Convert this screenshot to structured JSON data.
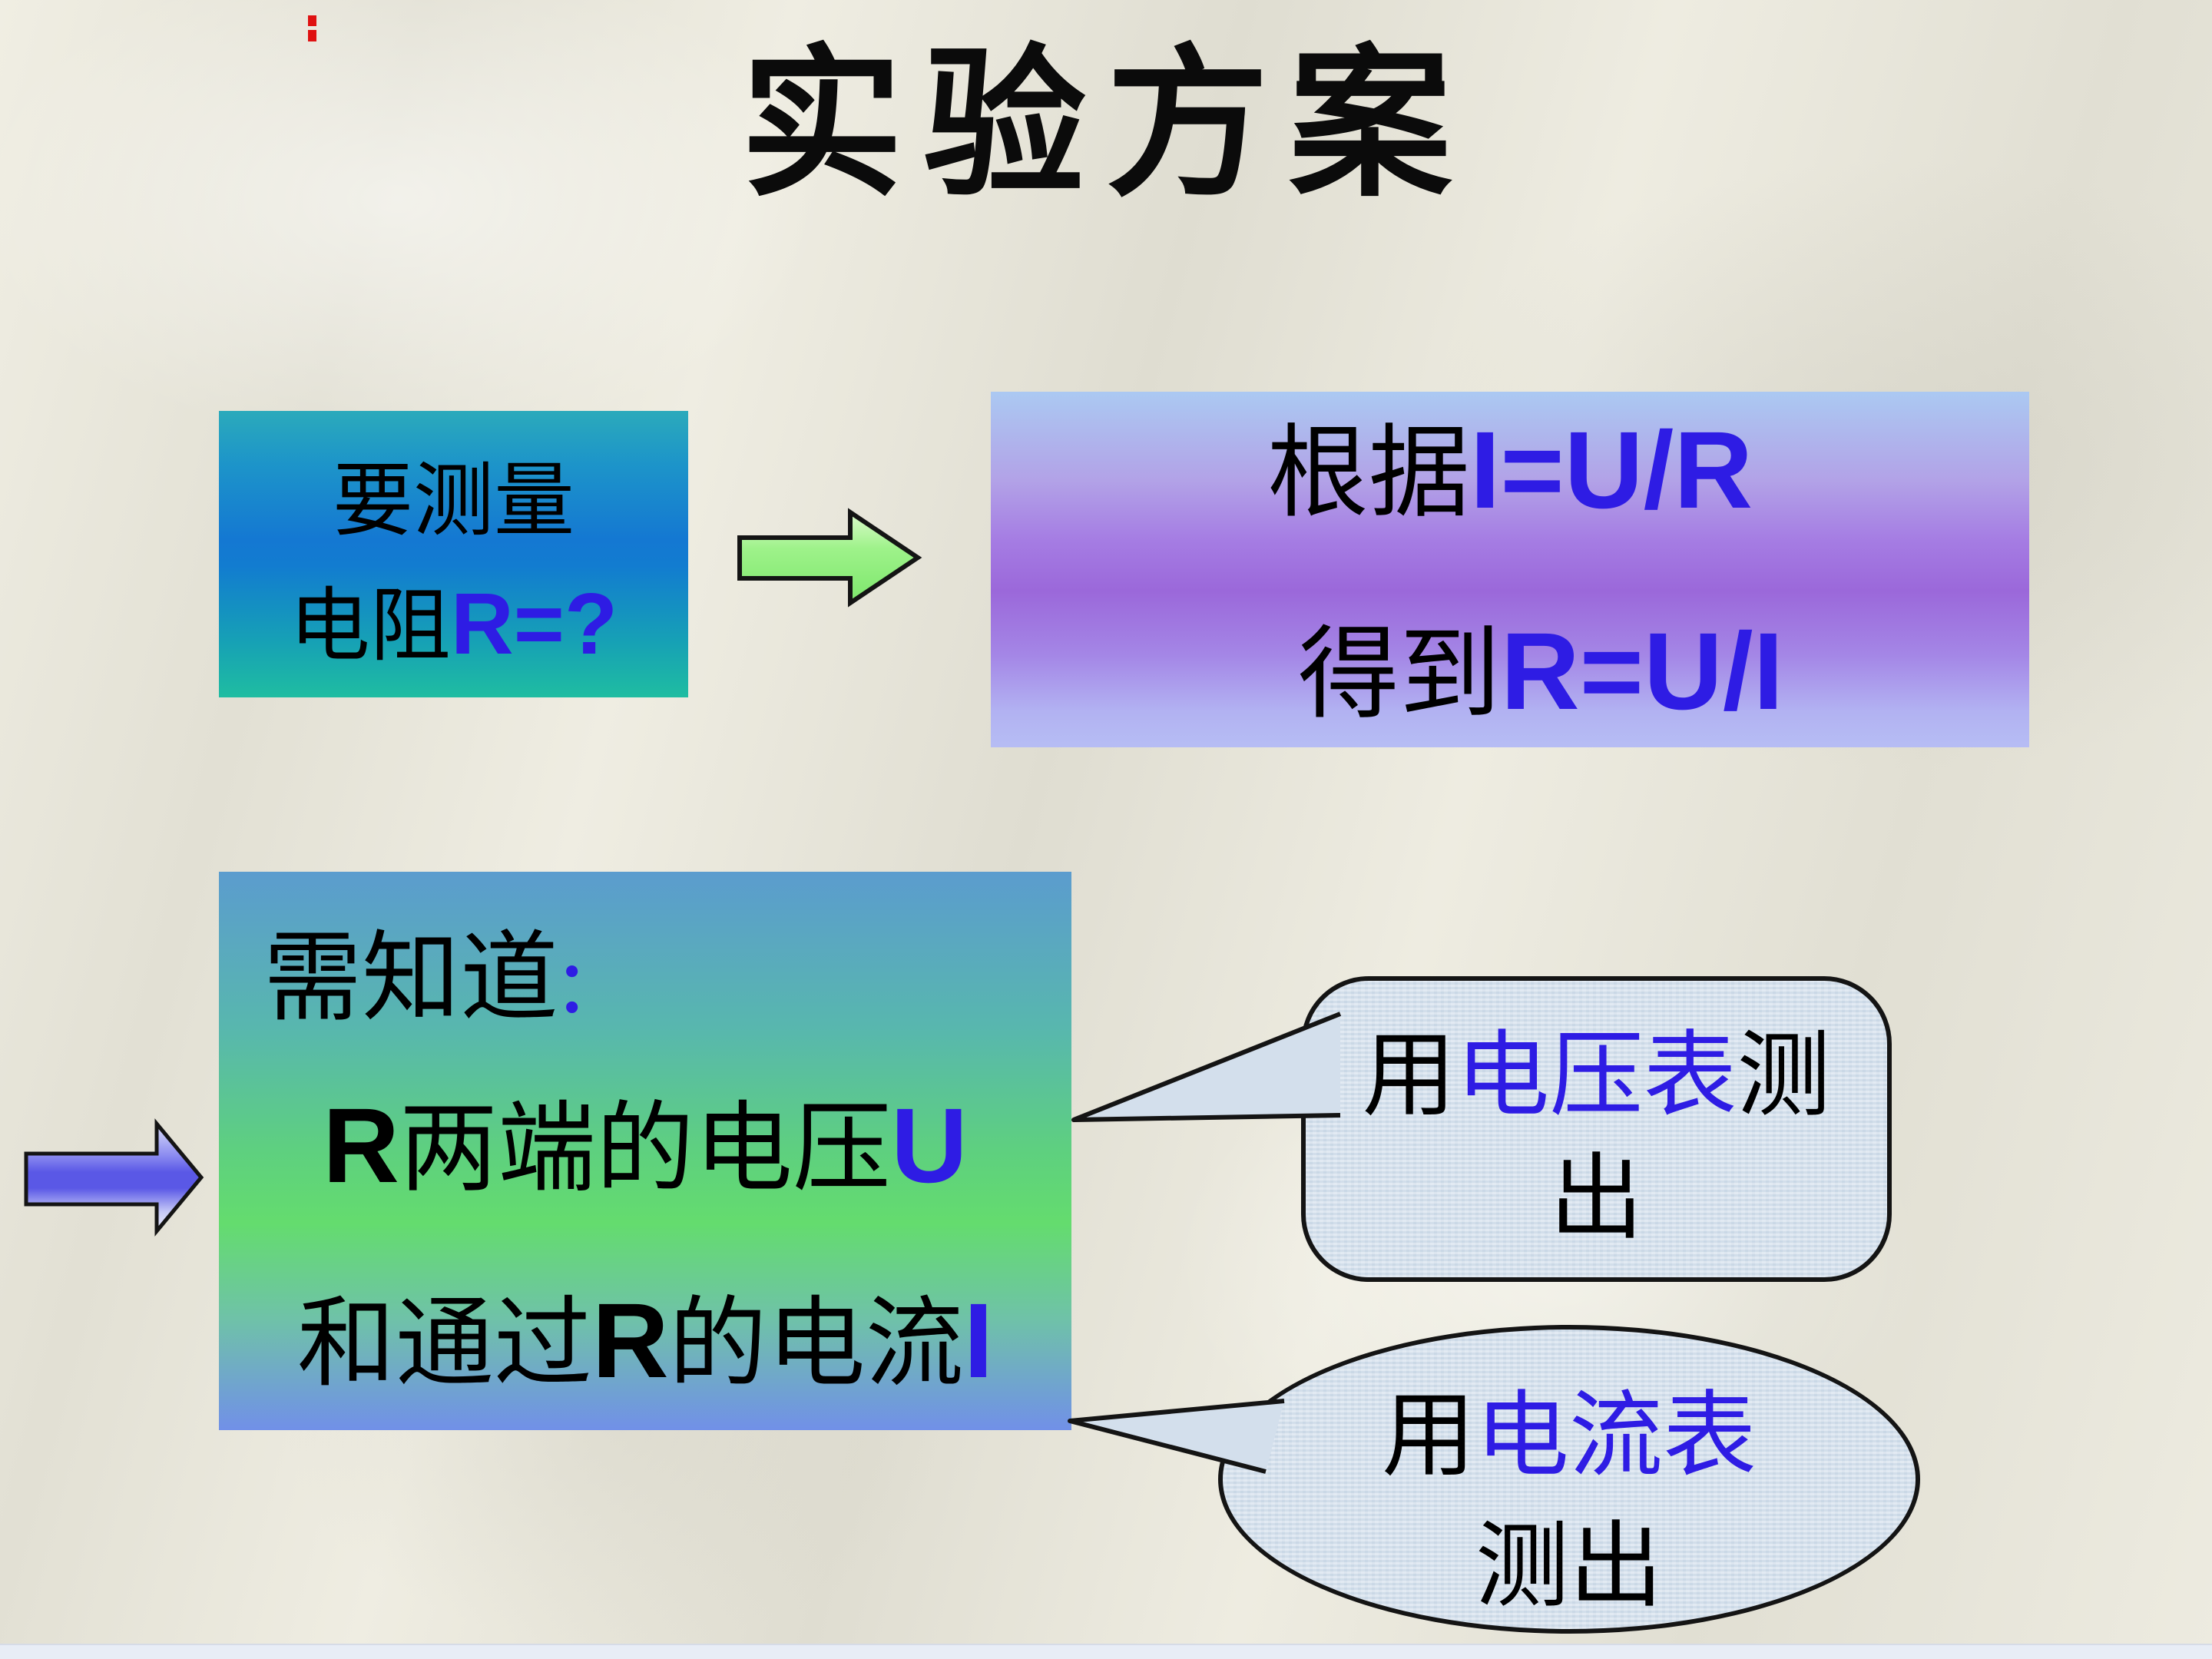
{
  "slide": {
    "title": "实验方案"
  },
  "measure_box": {
    "line1": "要测量",
    "line2_seg1": "电阻",
    "line2_seg2": "R=?"
  },
  "formula_box": {
    "line1_seg1": "根据",
    "line1_seg2": "I=U/R",
    "line2_seg1": "得到",
    "line2_seg2": "R=U/I"
  },
  "need_box": {
    "line1_seg1": "需知道",
    "line1_seg2": ":",
    "line2_seg1": "R",
    "line2_seg2": "两端的电压",
    "line2_seg3": "U",
    "line3_seg1": "和通过",
    "line3_seg2": "R",
    "line3_seg3": "的电流",
    "line3_seg4": "I"
  },
  "voltmeter_bubble": {
    "line1_seg1": "用",
    "line1_seg2": "电压表",
    "line1_seg3": "测",
    "line2": "出"
  },
  "ammeter_bubble": {
    "line1_seg1": "用",
    "line1_seg2": "电流表",
    "line2": "测出"
  },
  "colors": {
    "title_text": "#0b0b0b",
    "body_text": "#000000",
    "accent_blue_text": "#2e1ce4",
    "measure_box_top": "#2baabb",
    "measure_box_middle": "#1478d2",
    "measure_box_bottom": "#1fbda1",
    "formula_box_top": "#abc9f2",
    "formula_box_middle": "#9b68da",
    "formula_box_bottom": "#b6bdf4",
    "need_box_top": "#5b9cce",
    "need_box_middle": "#62da74",
    "need_box_bottom": "#7190e8",
    "green_arrow_fill": "#8dee7b",
    "blue_arrow_fill": "#5a58e6",
    "shape_outline": "#141414",
    "bubble_fill": "#d3dfec",
    "paper_background": "#eae8dd",
    "bottom_strip": "#e8edf6",
    "red_mark": "#df1111"
  }
}
